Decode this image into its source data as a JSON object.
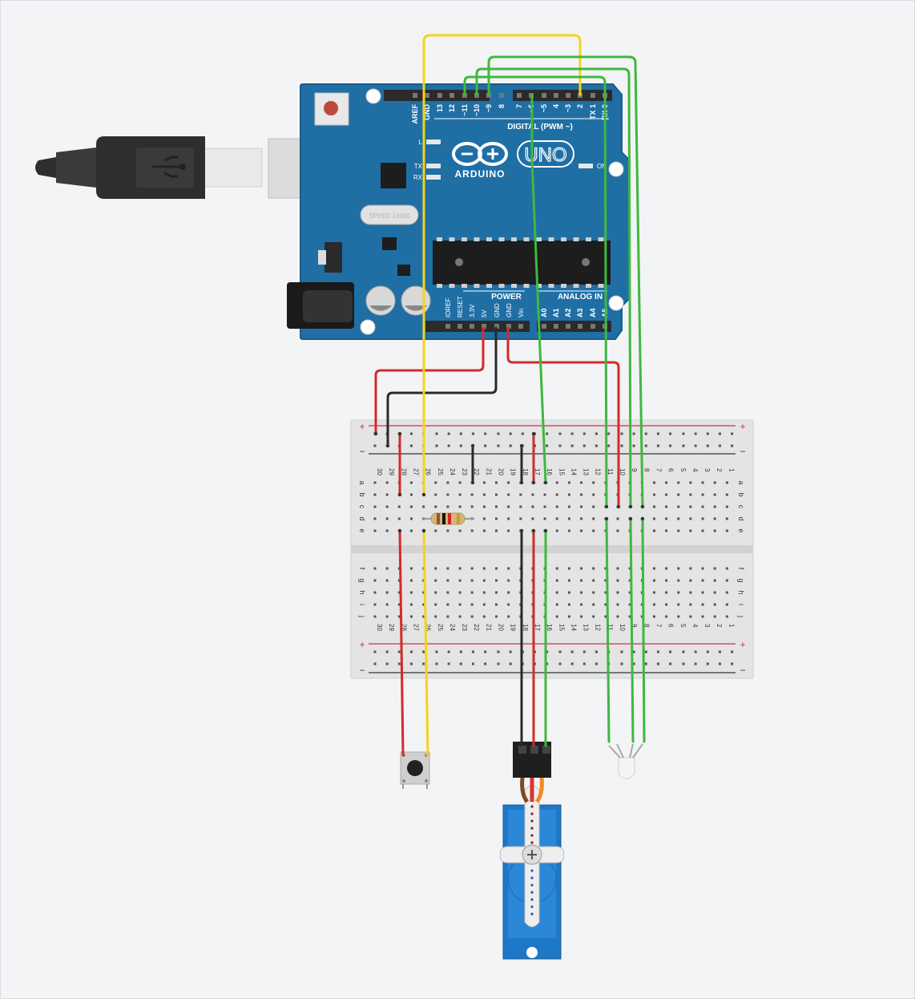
{
  "arduino": {
    "logo_text": "ARDUINO",
    "model": "UNO",
    "on_label": "ON",
    "led_labels": [
      "L",
      "TX",
      "RX"
    ],
    "digital_header": "DIGITAL (PWM ~)",
    "digital_pins": [
      "AREF",
      "GND",
      "13",
      "12",
      "~11",
      "~10",
      "~9",
      "8",
      "7",
      "~6",
      "~5",
      "4",
      "~3",
      "2",
      "TX 1",
      "RX 0"
    ],
    "power_header": "POWER",
    "power_pins": [
      "IOREF",
      "RESET",
      "3.3V",
      "5V",
      "GND",
      "GND",
      "Vin"
    ],
    "analog_header": "ANALOG IN",
    "analog_pins": [
      "A0",
      "A1",
      "A2",
      "A3",
      "A4",
      "A5"
    ],
    "crystal_label": "SPEED 16000"
  },
  "breadboard": {
    "plus": "+",
    "minus": "−",
    "row_letters_top": [
      "a",
      "b",
      "c",
      "d",
      "e"
    ],
    "row_letters_bottom": [
      "f",
      "g",
      "h",
      "i",
      "j"
    ],
    "columns": [
      "30",
      "29",
      "28",
      "27",
      "26",
      "25",
      "24",
      "23",
      "22",
      "21",
      "20",
      "19",
      "18",
      "17",
      "16",
      "15",
      "14",
      "13",
      "12",
      "11",
      "10",
      "9",
      "8",
      "7",
      "6",
      "5",
      "4",
      "3",
      "2",
      "1"
    ]
  },
  "wire_colors": {
    "red": "#d42a2a",
    "black": "#2a2a2a",
    "yellow": "#f5d31b",
    "green": "#3fb83f"
  },
  "components": {
    "usb_icon": "usb-icon",
    "pushbutton": "pushbutton",
    "resistor": "resistor",
    "servo": "servo-motor",
    "rgb_led": "rgb-led"
  }
}
